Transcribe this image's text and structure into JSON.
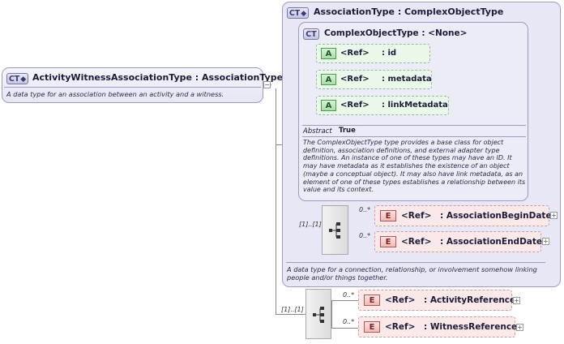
{
  "root": {
    "badge": "CT",
    "title": "ActivityWitnessAssociationType : AssociationType",
    "description": "A data type for an association between an activity and a witness.",
    "sequence_multiplicity": "[1]..[1]"
  },
  "base_type": {
    "badge": "CT",
    "title": "AssociationType : ComplexObjectType",
    "description": "A data type for a connection, relationship, or involvement somehow linking people and/or things together.",
    "sequence_multiplicity": "[1]..[1]"
  },
  "complex_object_type": {
    "badge": "CT",
    "title": "ComplexObjectType : <None>",
    "attributes": [
      {
        "badge": "A",
        "ref": "<Ref>",
        "name": ": id"
      },
      {
        "badge": "A",
        "ref": "<Ref>",
        "name": ": metadata"
      },
      {
        "badge": "A",
        "ref": "<Ref>",
        "name": ": linkMetadata"
      }
    ],
    "abstract_label": "Abstract",
    "abstract_value": "True",
    "description": "The ComplexObjectType type provides a base class for object definition, association definitions, and external adapter type definitions. An instance of one of these types may have an ID. It may have metadata as it establishes the existence of an object (maybe a conceptual object). It may also have link metadata, as an element of one of these types establishes a relationship between its value and its context."
  },
  "association_elements": [
    {
      "badge": "E",
      "ref": "<Ref>",
      "name": ": AssociationBeginDate",
      "multiplicity": "0..*"
    },
    {
      "badge": "E",
      "ref": "<Ref>",
      "name": ": AssociationEndDate",
      "multiplicity": "0..*"
    }
  ],
  "root_elements": [
    {
      "badge": "E",
      "ref": "<Ref>",
      "name": ": ActivityReference",
      "multiplicity": "0..*"
    },
    {
      "badge": "E",
      "ref": "<Ref>",
      "name": ": WitnessReference",
      "multiplicity": "0..*"
    }
  ],
  "expander_symbol": "+",
  "collapse_symbol": "−"
}
